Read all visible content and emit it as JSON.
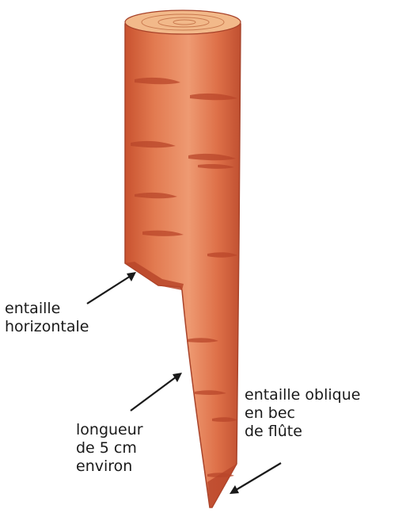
{
  "labels": {
    "horizontal_cut": [
      "entaille",
      "horizontale"
    ],
    "length": [
      "longueur",
      "de 5 cm",
      "environ"
    ],
    "oblique_cut": [
      "entaille oblique",
      "en bec",
      "de flûte"
    ]
  },
  "colors": {
    "carrot_base": "#de7048",
    "carrot_highlight": "#ee9a72",
    "carrot_shadow": "#b9462a",
    "carrot_outline": "#a8432a",
    "cut_top": "#f2b98a",
    "cut_rings": "#c9794f",
    "arrow": "#1a1a1a"
  },
  "icons": [
    "carrot-illustration",
    "arrow-icon"
  ]
}
